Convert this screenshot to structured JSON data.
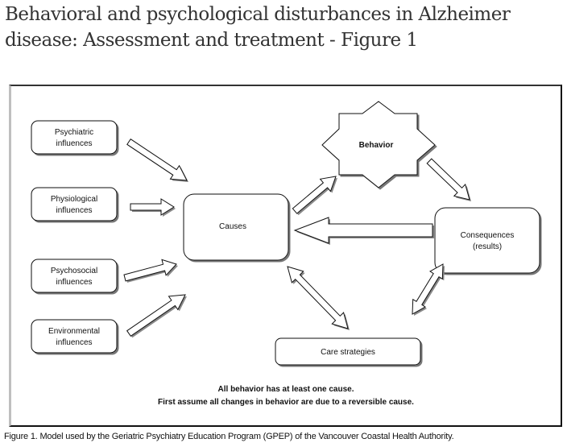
{
  "page": {
    "title": "Behavioral and psychological disturbances in Alzheimer disease: Assessment and treatment - Figure 1",
    "caption": "Figure 1. Model used by the Geriatric Psychiatry Education Program (GPEP) of the Vancouver Coastal Health Authority."
  },
  "diagram": {
    "influences": [
      {
        "line1": "Psychiatric",
        "line2": "influences"
      },
      {
        "line1": "Physiological",
        "line2": "influences"
      },
      {
        "line1": "Psychosocial",
        "line2": "influences"
      },
      {
        "line1": "Environmental",
        "line2": "influences"
      }
    ],
    "causes": "Causes",
    "behavior": "Behavior",
    "consequences": {
      "line1": "Consequences",
      "line2": "(results)"
    },
    "care_strategies": "Care strategies",
    "notes": [
      "All behavior has at least one cause.",
      "First assume all changes in behavior are due to a reversible cause."
    ],
    "connections": [
      {
        "from": "Psychiatric influences",
        "to": "Causes",
        "type": "one-way"
      },
      {
        "from": "Physiological influences",
        "to": "Causes",
        "type": "one-way"
      },
      {
        "from": "Psychosocial influences",
        "to": "Causes",
        "type": "one-way"
      },
      {
        "from": "Environmental influences",
        "to": "Causes",
        "type": "one-way"
      },
      {
        "from": "Causes",
        "to": "Behavior",
        "type": "one-way"
      },
      {
        "from": "Behavior",
        "to": "Consequences",
        "type": "one-way"
      },
      {
        "from": "Consequences",
        "to": "Causes",
        "type": "one-way"
      },
      {
        "from": "Causes",
        "to": "Care strategies",
        "type": "two-way"
      },
      {
        "from": "Consequences",
        "to": "Care strategies",
        "type": "two-way"
      }
    ]
  }
}
